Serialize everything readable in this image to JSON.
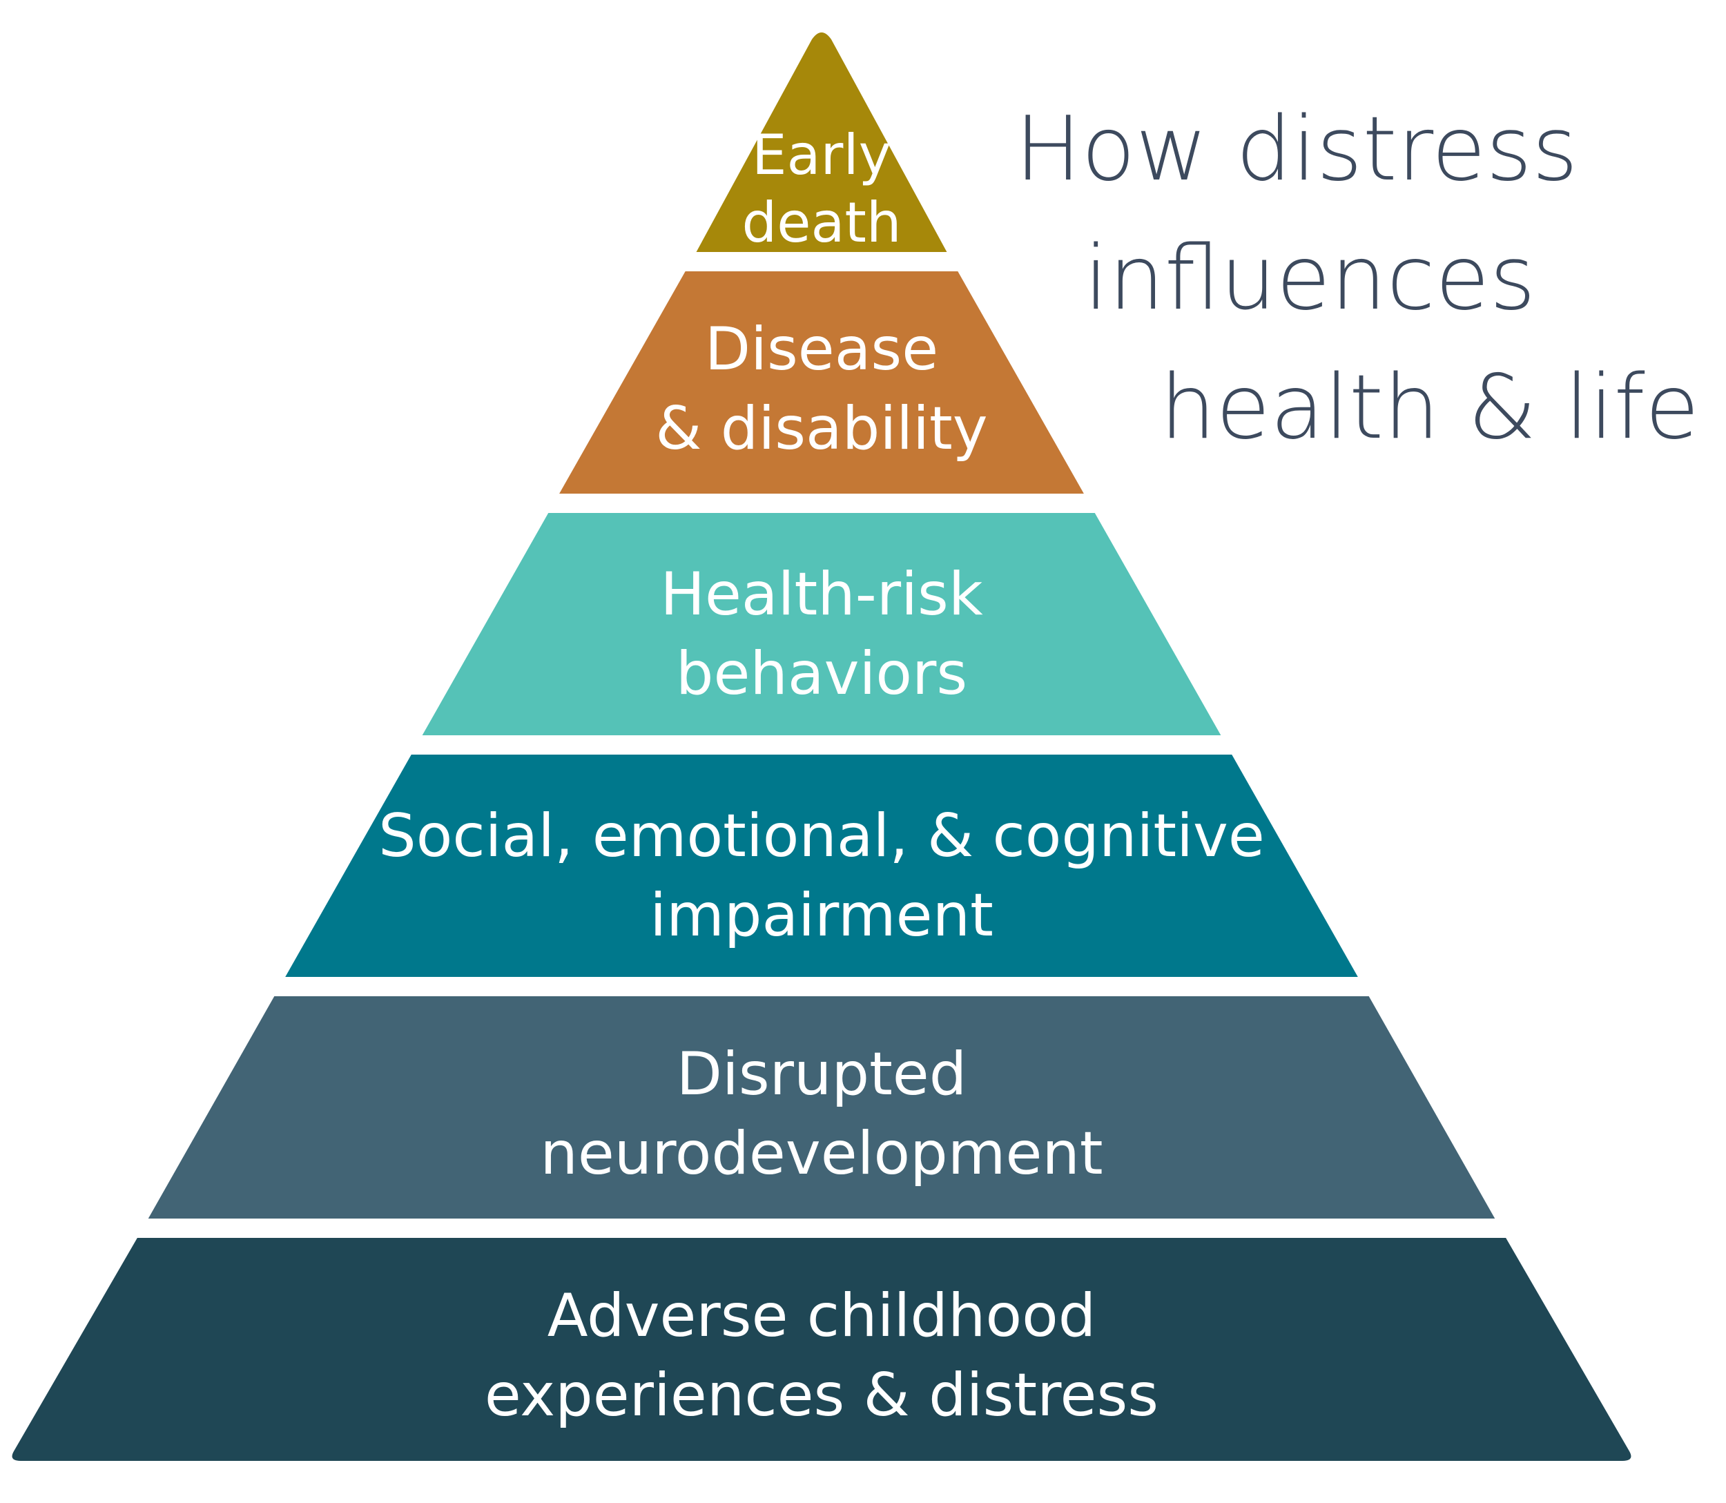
{
  "title": {
    "lines": [
      "How distress",
      "influences",
      "health & life"
    ],
    "color": "#3d4a5e"
  },
  "pyramid": {
    "tiers": [
      {
        "lines": [
          "Early",
          "death"
        ],
        "color": "#a6880a"
      },
      {
        "lines": [
          "Disease",
          "& disability"
        ],
        "color": "#c47835"
      },
      {
        "lines": [
          "Health-risk",
          "behaviors"
        ],
        "color": "#55c2b7"
      },
      {
        "lines": [
          "Social, emotional, & cognitive",
          "impairment"
        ],
        "color": "#00788c"
      },
      {
        "lines": [
          "Disrupted",
          "neurodevelopment"
        ],
        "color": "#426475"
      },
      {
        "lines": [
          "Adverse childhood",
          "experiences & distress"
        ],
        "color": "#1f4755"
      }
    ]
  }
}
